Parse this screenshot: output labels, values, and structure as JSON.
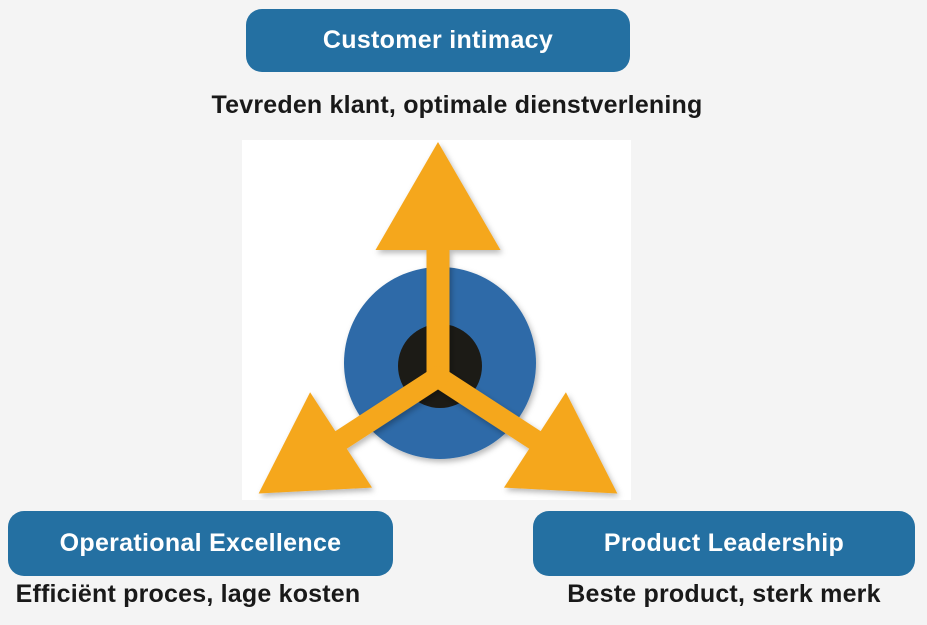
{
  "canvas": {
    "background_color": "#f4f4f4"
  },
  "pill_style": {
    "background_color": "#2470a2",
    "text_color": "#ffffff"
  },
  "nodes": [
    {
      "label": "Customer intimacy",
      "subtitle": "Tevreden klant, optimale dienstverlening",
      "position": "top"
    },
    {
      "label": "Operational Excellence",
      "subtitle": "Efficiënt proces, lage kosten",
      "position": "bottom-left"
    },
    {
      "label": "Product Leadership",
      "subtitle": "Beste product, sterk merk",
      "position": "bottom-right"
    }
  ],
  "center_icon": {
    "name": "three-way-arrow-icon",
    "description": "Blue disc with dark core and three orange arrows radiating outward (up, lower-left, lower-right)",
    "colors": {
      "disc": "#2d6ba8",
      "core": "#1c1b16",
      "arrows": "#f5a71f",
      "backdrop": "#ffffff"
    }
  }
}
